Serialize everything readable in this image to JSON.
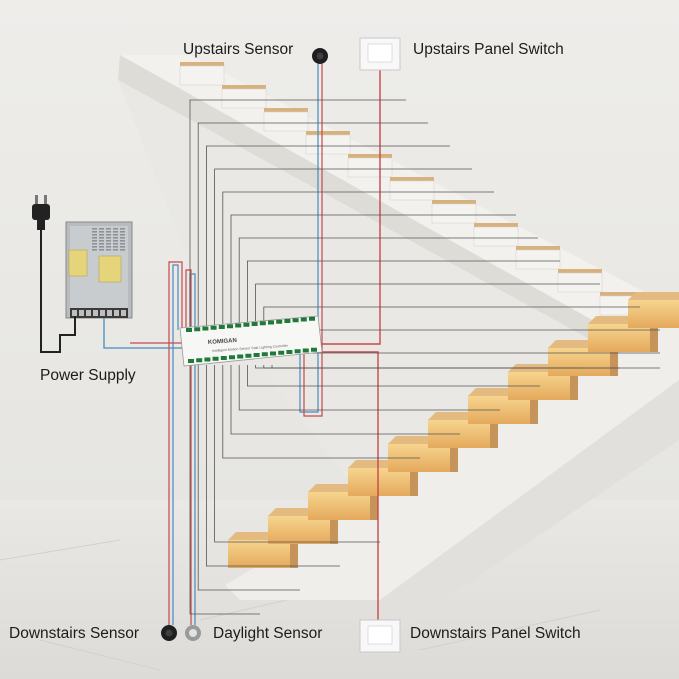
{
  "labels": {
    "upstairs_sensor": "Upstairs Sensor",
    "upstairs_panel_switch": "Upstairs Panel Switch",
    "power_supply": "Power Supply",
    "downstairs_sensor": "Downstairs Sensor",
    "daylight_sensor": "Daylight Sensor",
    "downstairs_panel_switch": "Downstairs Panel Switch"
  },
  "controller": {
    "brand": "KOMIGAN",
    "model": "Intelligent Motion Sensor Stair Lighting Controller"
  },
  "colors": {
    "wall": "#ecebe7",
    "floor": "#e4e3e0",
    "stair_body": "#f3f2ef",
    "stair_tread": "#d9b07a",
    "led_glow": "#f6cf86",
    "wire_dark": "#555555",
    "wire_red": "#c8484a",
    "wire_blue": "#4a8ac0"
  }
}
